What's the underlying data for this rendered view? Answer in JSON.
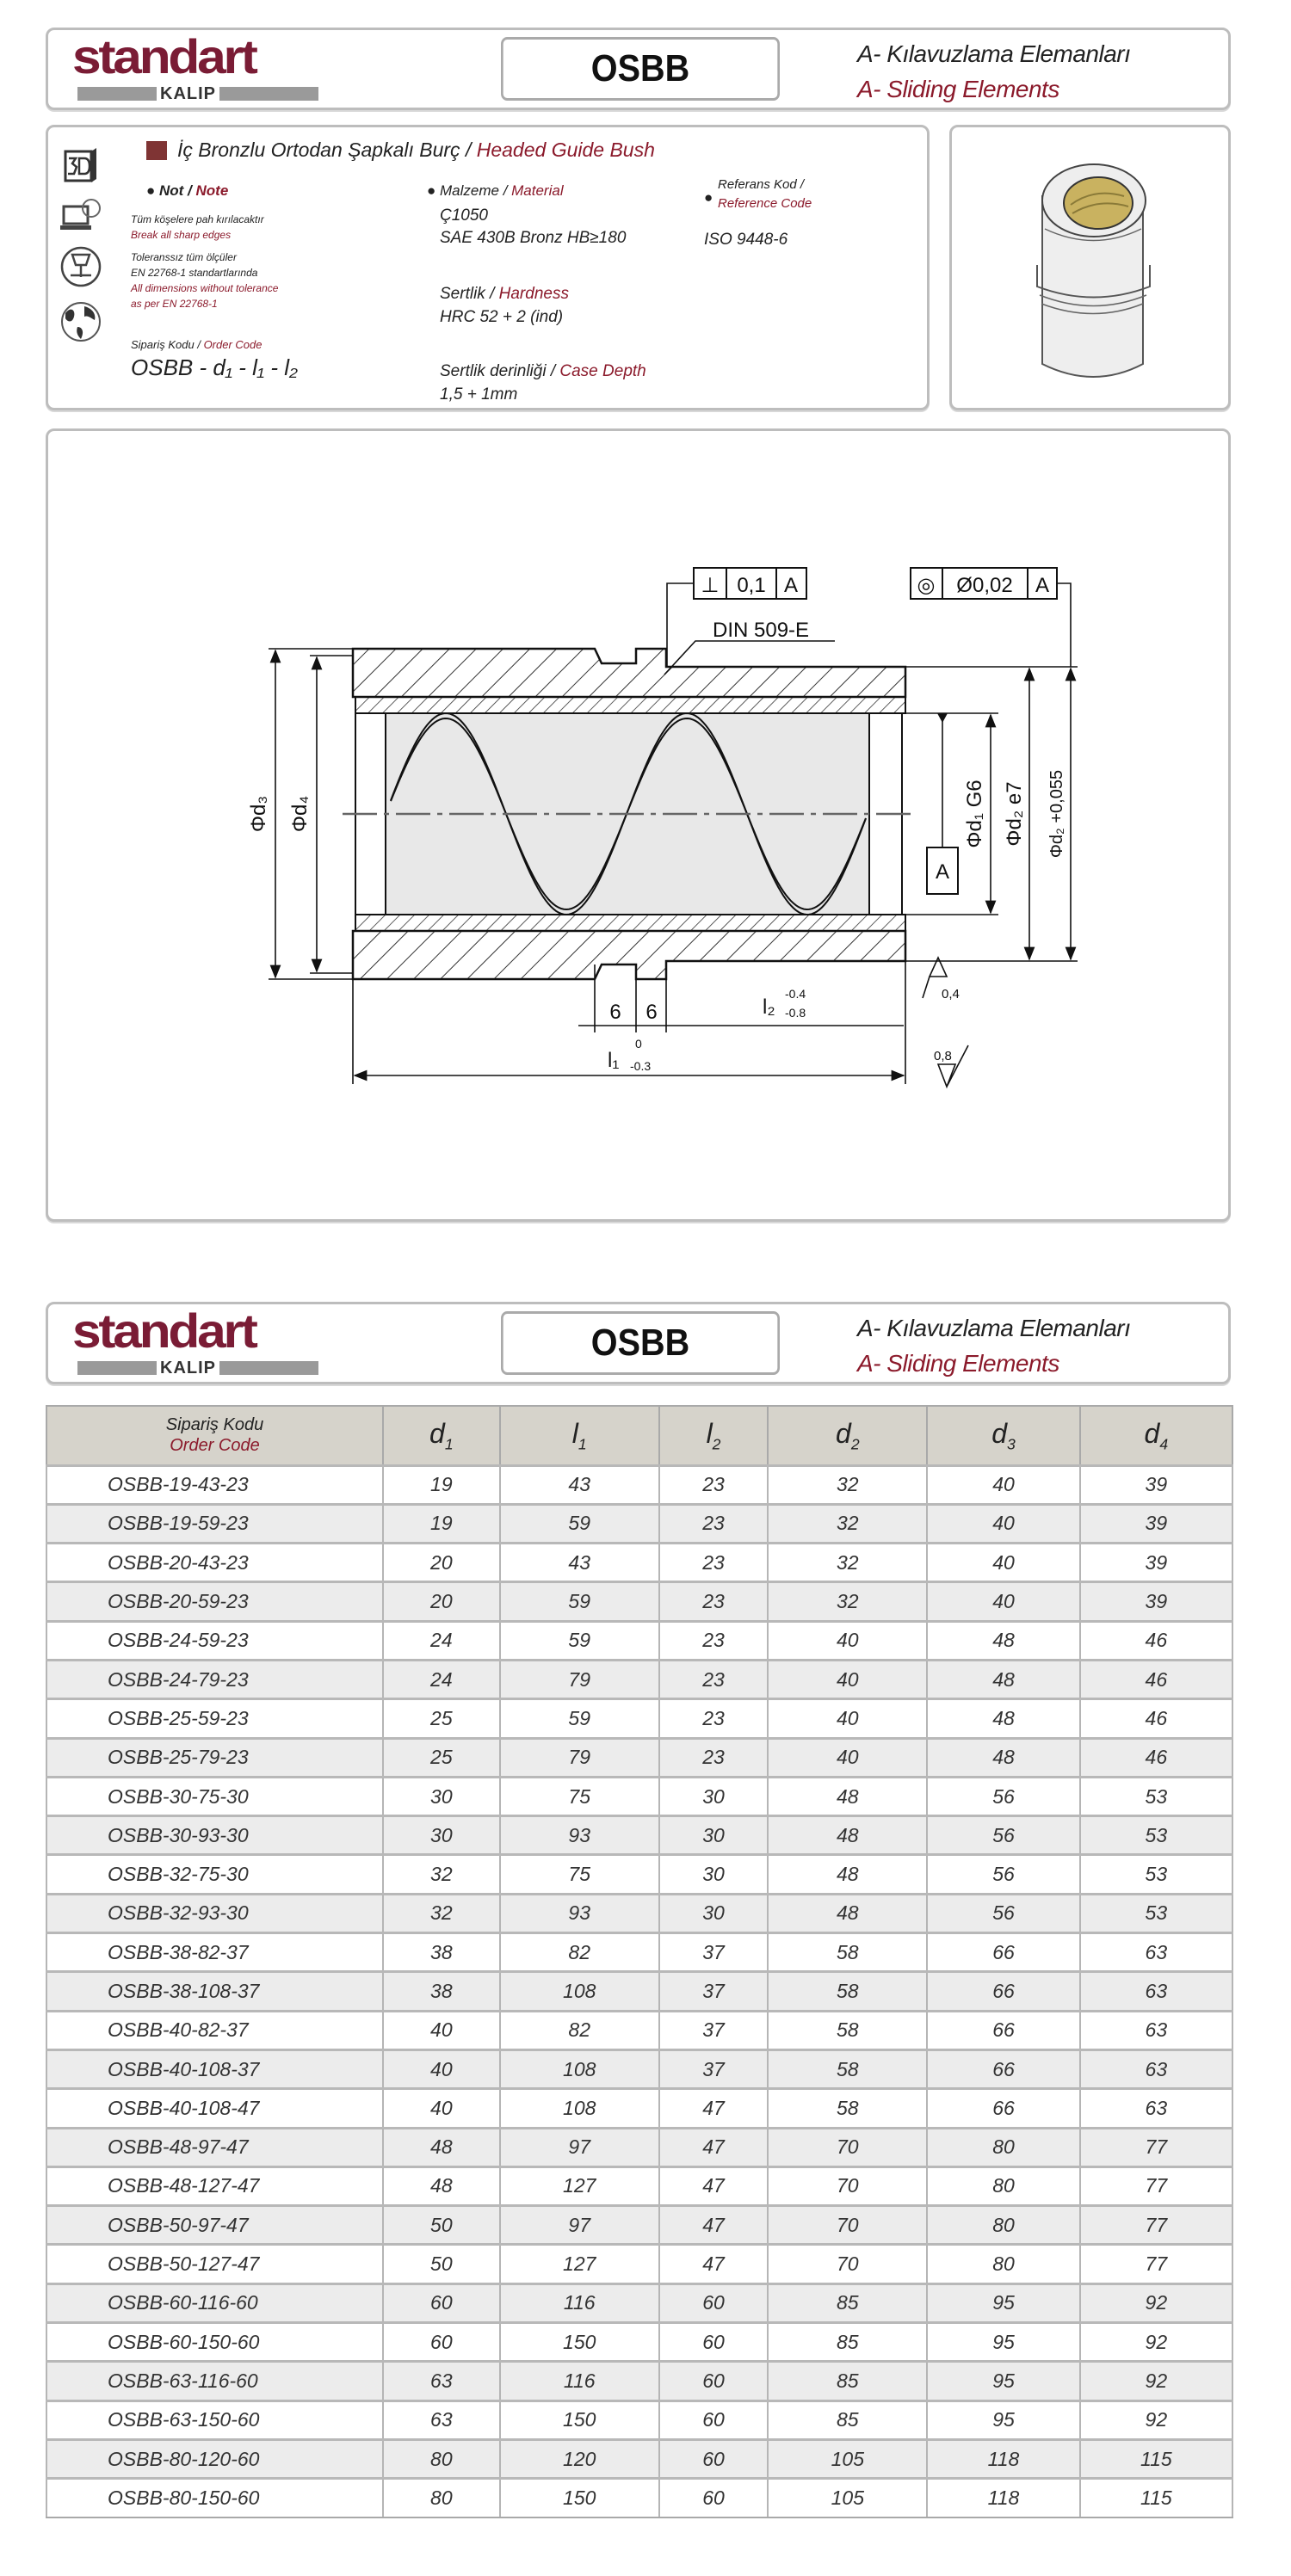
{
  "header": {
    "logo_word": "standart",
    "logo_sub": "KALIP",
    "product_code": "OSBB",
    "category_tr": "A- Kılavuzlama Elemanları",
    "category_en": "A- Sliding Elements"
  },
  "info": {
    "title_tr": "İç Bronzlu Ortodan Şapkalı Burç",
    "title_sep": " / ",
    "title_en": "Headed Guide Bush",
    "note_label_tr": "Not",
    "note_label_en": "Note",
    "note_line1_tr": "Tüm köşelere pah kırılacaktır",
    "note_line1_en": "Break all sharp edges",
    "note_line2_tr": "Toleranssız tüm ölçüler",
    "note_line3_tr": "EN 22768-1 standartlarında",
    "note_line2_en": "All dimensions without tolerance",
    "note_line3_en": "as per EN 22768-1",
    "order_label_tr": "Sipariş Kodu",
    "order_label_en": "Order Code",
    "order_formula": "OSBB - d₁ - l₁ - l₂",
    "material_label_tr": "Malzeme",
    "material_label_en": "Material",
    "material_1": "Ç1050",
    "material_2": "SAE 430B Bronz HB≥180",
    "hardness_label_tr": "Sertlik",
    "hardness_label_en": "Hardness",
    "hardness_value": "HRC 52 + 2 (ind)",
    "depth_label_tr": "Sertlik derinliği",
    "depth_label_en": "Case Depth",
    "depth_value": "1,5 + 1mm",
    "ref_label_tr": "Referans Kod /",
    "ref_label_en": "Reference Code",
    "ref_value": "ISO 9448-6",
    "icons": [
      "3d-model-icon",
      "cad-download-icon",
      "tolerance-icon",
      "globe-icon"
    ]
  },
  "drawing": {
    "fcf1_symbol": "⊥",
    "fcf1_value": "0,1",
    "fcf1_datum": "A",
    "fcf2_symbol": "◎",
    "fcf2_value": "Ø0,02",
    "fcf2_datum": "A",
    "din_label": "DIN 509-E",
    "datum": "A",
    "d3": "Φd₃",
    "d4": "Φd₄",
    "d1": "Φd₁  G6",
    "d2_e7": "Φd₂  e7",
    "d2_tol": "Φd₂ +0,055",
    "rough1": "0,8",
    "rough2": "0,4",
    "dim_6a": "6",
    "dim_6b": "6",
    "l2": "l₂",
    "l2_upper": "-0.4",
    "l2_lower": "-0.8",
    "l1": "l₁",
    "l1_upper": "0",
    "l1_lower": "-0.3"
  },
  "table": {
    "head_code_tr": "Sipariş Kodu",
    "head_code_en": "Order Code",
    "columns": [
      {
        "main": "d",
        "sub": "1"
      },
      {
        "main": "l",
        "sub": "1"
      },
      {
        "main": "l",
        "sub": "2"
      },
      {
        "main": "d",
        "sub": "2"
      },
      {
        "main": "d",
        "sub": "3"
      },
      {
        "main": "d",
        "sub": "4"
      }
    ],
    "rows": [
      [
        "OSBB-19-43-23",
        "19",
        "43",
        "23",
        "32",
        "40",
        "39"
      ],
      [
        "OSBB-19-59-23",
        "19",
        "59",
        "23",
        "32",
        "40",
        "39"
      ],
      [
        "OSBB-20-43-23",
        "20",
        "43",
        "23",
        "32",
        "40",
        "39"
      ],
      [
        "OSBB-20-59-23",
        "20",
        "59",
        "23",
        "32",
        "40",
        "39"
      ],
      [
        "OSBB-24-59-23",
        "24",
        "59",
        "23",
        "40",
        "48",
        "46"
      ],
      [
        "OSBB-24-79-23",
        "24",
        "79",
        "23",
        "40",
        "48",
        "46"
      ],
      [
        "OSBB-25-59-23",
        "25",
        "59",
        "23",
        "40",
        "48",
        "46"
      ],
      [
        "OSBB-25-79-23",
        "25",
        "79",
        "23",
        "40",
        "48",
        "46"
      ],
      [
        "OSBB-30-75-30",
        "30",
        "75",
        "30",
        "48",
        "56",
        "53"
      ],
      [
        "OSBB-30-93-30",
        "30",
        "93",
        "30",
        "48",
        "56",
        "53"
      ],
      [
        "OSBB-32-75-30",
        "32",
        "75",
        "30",
        "48",
        "56",
        "53"
      ],
      [
        "OSBB-32-93-30",
        "32",
        "93",
        "30",
        "48",
        "56",
        "53"
      ],
      [
        "OSBB-38-82-37",
        "38",
        "82",
        "37",
        "58",
        "66",
        "63"
      ],
      [
        "OSBB-38-108-37",
        "38",
        "108",
        "37",
        "58",
        "66",
        "63"
      ],
      [
        "OSBB-40-82-37",
        "40",
        "82",
        "37",
        "58",
        "66",
        "63"
      ],
      [
        "OSBB-40-108-37",
        "40",
        "108",
        "37",
        "58",
        "66",
        "63"
      ],
      [
        "OSBB-40-108-47",
        "40",
        "108",
        "47",
        "58",
        "66",
        "63"
      ],
      [
        "OSBB-48-97-47",
        "48",
        "97",
        "47",
        "70",
        "80",
        "77"
      ],
      [
        "OSBB-48-127-47",
        "48",
        "127",
        "47",
        "70",
        "80",
        "77"
      ],
      [
        "OSBB-50-97-47",
        "50",
        "97",
        "47",
        "70",
        "80",
        "77"
      ],
      [
        "OSBB-50-127-47",
        "50",
        "127",
        "47",
        "70",
        "80",
        "77"
      ],
      [
        "OSBB-60-116-60",
        "60",
        "116",
        "60",
        "85",
        "95",
        "92"
      ],
      [
        "OSBB-60-150-60",
        "60",
        "150",
        "60",
        "85",
        "95",
        "92"
      ],
      [
        "OSBB-63-116-60",
        "63",
        "116",
        "60",
        "85",
        "95",
        "92"
      ],
      [
        "OSBB-63-150-60",
        "63",
        "150",
        "60",
        "85",
        "95",
        "92"
      ],
      [
        "OSBB-80-120-60",
        "80",
        "120",
        "60",
        "105",
        "118",
        "115"
      ],
      [
        "OSBB-80-150-60",
        "80",
        "150",
        "60",
        "105",
        "118",
        "115"
      ]
    ]
  },
  "colors": {
    "brand": "#7a1c35",
    "accent_red": "#8b1a2b",
    "bronze": "#c9b260",
    "header_bg": "#d6d3cb"
  }
}
